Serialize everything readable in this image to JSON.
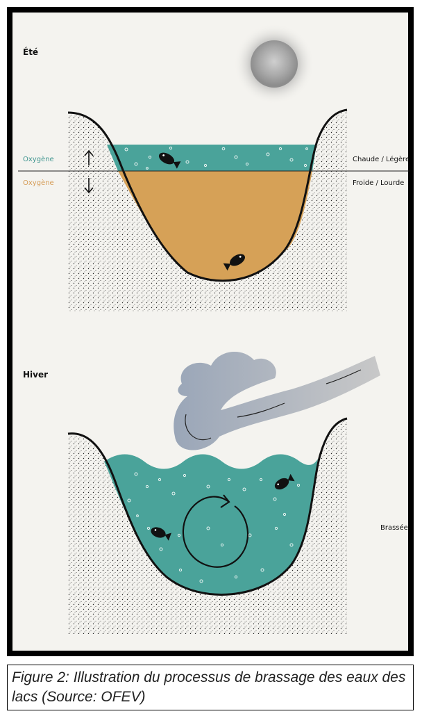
{
  "summer": {
    "title": "Été",
    "oxygen_top": "Oxygène",
    "oxygen_bottom": "Oxygène",
    "layer_top": "Chaude / Légère",
    "layer_bottom": "Froide / Lourde"
  },
  "winter": {
    "title": "Hiver",
    "mixing": "Brassée"
  },
  "caption": "Figure 2: Illustration du processus de brassage des eaux des lacs (Source: OFEV)",
  "colors": {
    "teal_water": "#4aa39a",
    "warm_water": "#d6a157",
    "oxygen_teal": "#3f958f",
    "oxygen_ochre": "#d59b55",
    "background": "#f4f3ef"
  },
  "icons": [
    "sun-icon",
    "fish-icon",
    "wind-cloud-icon",
    "arrow-up-icon",
    "arrow-down-icon",
    "circular-arrow-icon"
  ]
}
